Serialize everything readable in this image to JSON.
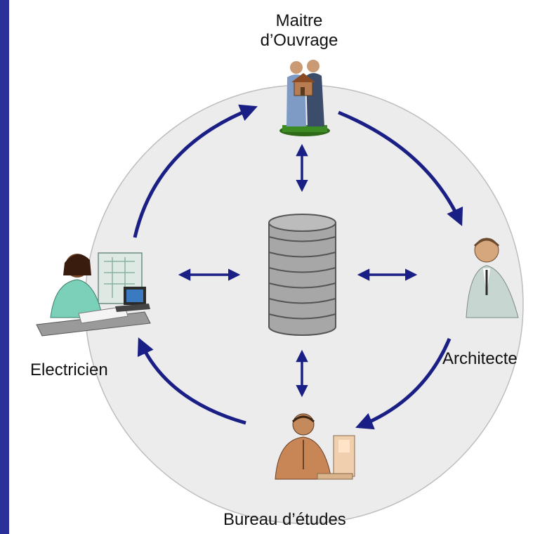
{
  "nodes": {
    "maitre_line1": "Maitre",
    "maitre_line2": "d’Ouvrage",
    "architecte": "Architecte",
    "electricien": "Electricien",
    "bureau": "Bureau d’études"
  },
  "colors": {
    "background": "#2a2f9a",
    "circle_fill": "#ececec",
    "circle_stroke": "#bdbdbd",
    "arrow": "#1a1f86",
    "database": "#a7a7a7"
  },
  "icons": [
    "couple-with-house-icon",
    "architect-person-icon",
    "engineer-at-computer-icon",
    "electrician-at-desk-icon",
    "database-icon"
  ]
}
